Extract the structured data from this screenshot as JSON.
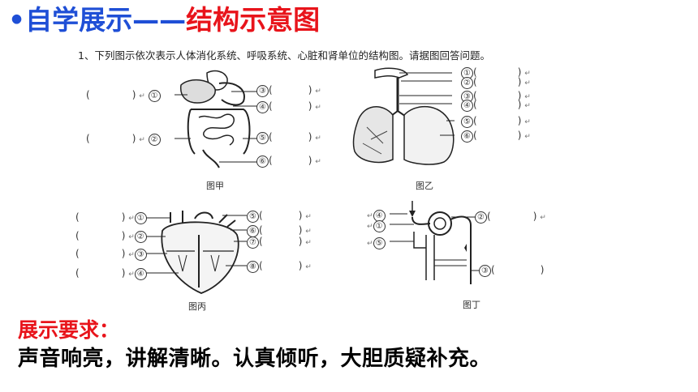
{
  "slide": {
    "title_bullet": "•",
    "title_blue": "自学展示——",
    "title_red": "结构示意图",
    "question": "1、下列图示依次表示人体消化系统、呼吸系统、心脏和肾单位的结构图。请据图回答问题。",
    "requirement_title": "展示要求：",
    "requirement_text": "声音响亮，讲解清晰。认真倾听，大胆质疑补充。"
  },
  "figures": {
    "jia": {
      "caption": "图甲",
      "labels": [
        "①",
        "②",
        "③",
        "④",
        "⑤",
        "⑥"
      ]
    },
    "yi": {
      "caption": "图乙",
      "labels": [
        "①",
        "②",
        "③",
        "④",
        "⑤",
        "⑥"
      ]
    },
    "bing": {
      "caption": "图丙",
      "labels": [
        "①",
        "②",
        "③",
        "④",
        "⑤",
        "⑥",
        "⑦",
        "⑧"
      ]
    },
    "ding": {
      "caption": "图丁",
      "labels": [
        "①",
        "②",
        "③",
        "④",
        "⑤"
      ]
    }
  },
  "blank": {
    "open": "(",
    "close": ")",
    "return_mark": "↵"
  }
}
